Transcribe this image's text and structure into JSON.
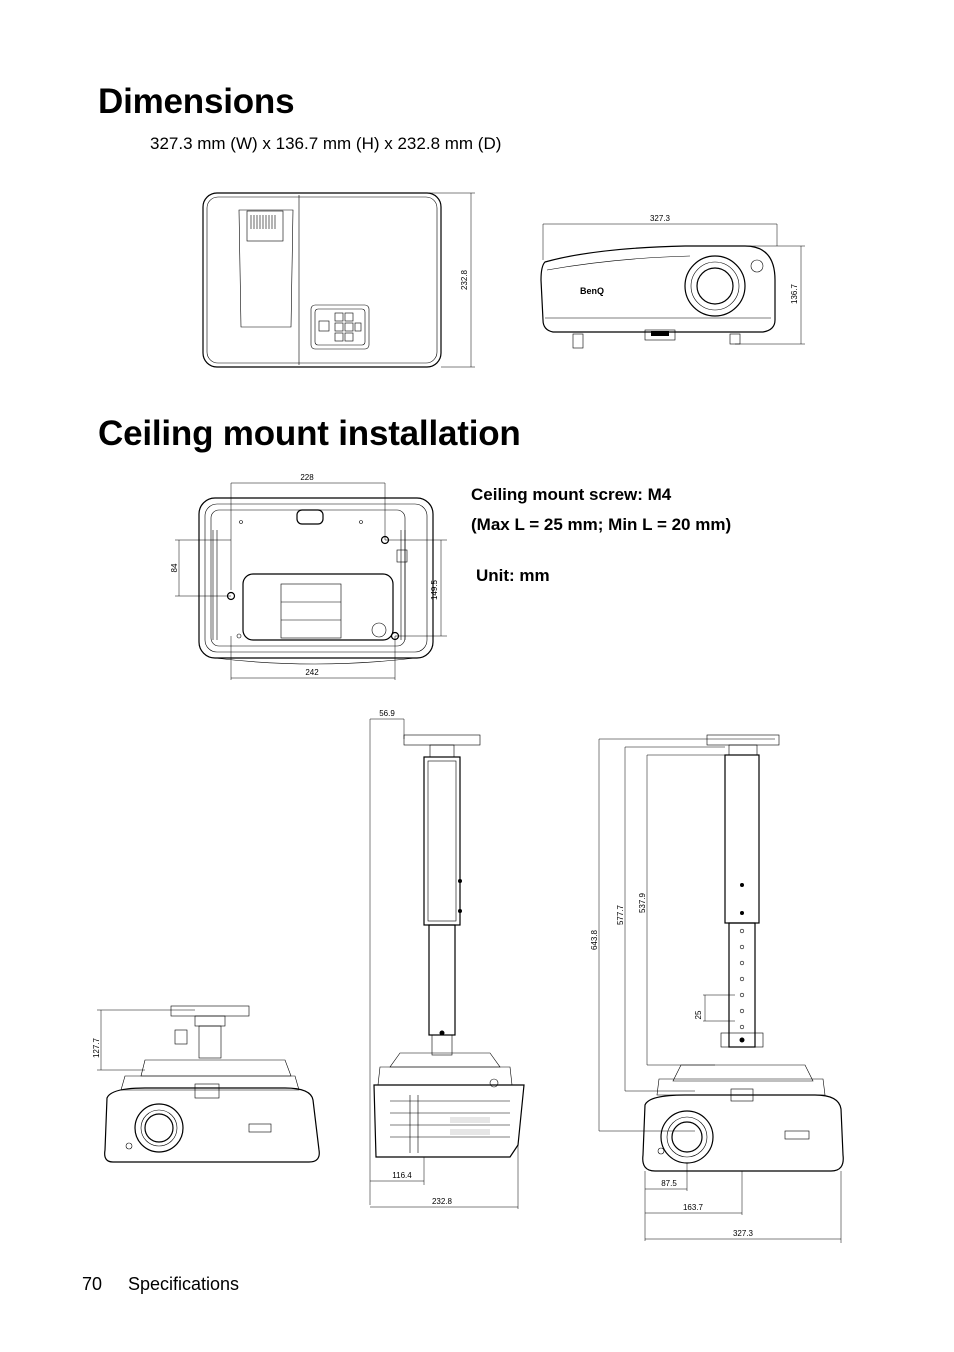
{
  "dimensions": {
    "heading": "Dimensions",
    "size_line": "327.3 mm (W) x 136.7 mm (H) x 232.8 mm (D)",
    "top_view_depth": "232.8",
    "front_view_width": "327.3",
    "front_view_height": "136.7",
    "brand_mark": "BenQ"
  },
  "ceiling": {
    "heading": "Ceiling mount installation",
    "screw_line": "Ceiling mount screw: M4",
    "length_line": "(Max L = 25 mm; Min L = 20 mm)",
    "unit_line": "Unit: mm",
    "bottom_view": {
      "top_width": "228",
      "bottom_width": "242",
      "left_height": "84",
      "right_height": "149.5"
    },
    "mount_views": {
      "short_height": "127.7",
      "side_offset": "56.9",
      "side_half_depth": "116.4",
      "side_depth": "232.8",
      "max_height": "643.8",
      "mid_height": "577.7",
      "min_height": "537.9",
      "step": "25",
      "lens_offset": "87.5",
      "half_width": "163.7",
      "front_width": "327.3"
    }
  },
  "footer": {
    "page_number": "70",
    "section": "Specifications"
  }
}
